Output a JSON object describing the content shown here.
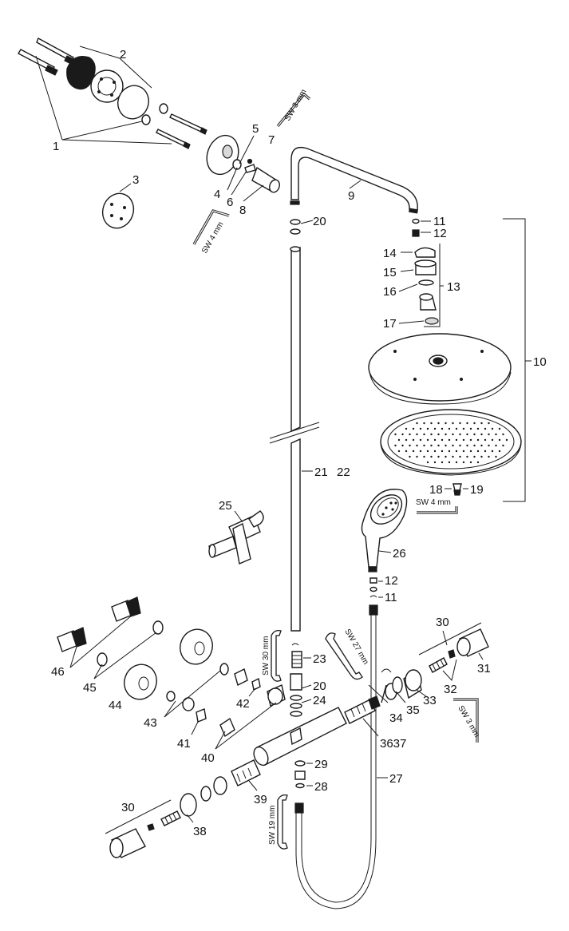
{
  "callouts": {
    "c1": "1",
    "c2": "2",
    "c3": "3",
    "c4": "4",
    "c5": "5",
    "c6": "6",
    "c7": "7",
    "c8": "8",
    "c9": "9",
    "c10": "10",
    "c11_top": "11",
    "c12_top": "12",
    "c13": "13",
    "c14": "14",
    "c15": "15",
    "c16": "16",
    "c17": "17",
    "c18": "18",
    "c19": "19",
    "c20_top": "20",
    "c21": "21",
    "c22": "22",
    "c23": "23",
    "c24": "24",
    "c25": "25",
    "c26": "26",
    "c12_mid": "12",
    "c11_mid": "11",
    "c27": "27",
    "c28": "28",
    "c29": "29",
    "c20_mid": "20",
    "c30_right": "30",
    "c31": "31",
    "c32": "32",
    "c33": "33",
    "c34": "34",
    "c35": "35",
    "c36_37": "3637",
    "c30_left": "30",
    "c38": "38",
    "c39": "39",
    "c40": "40",
    "c41": "41",
    "c42": "42",
    "c43": "43",
    "c44": "44",
    "c45": "45",
    "c46": "46"
  },
  "tools": {
    "sw3_top": "SW 3 mm",
    "sw4_left": "SW 4 mm",
    "sw4_right": "SW 4 mm",
    "sw30": "SW 30 mm",
    "sw27": "SW 27 mm",
    "sw3_right": "SW 3 mm",
    "sw19": "SW 19 mm"
  }
}
